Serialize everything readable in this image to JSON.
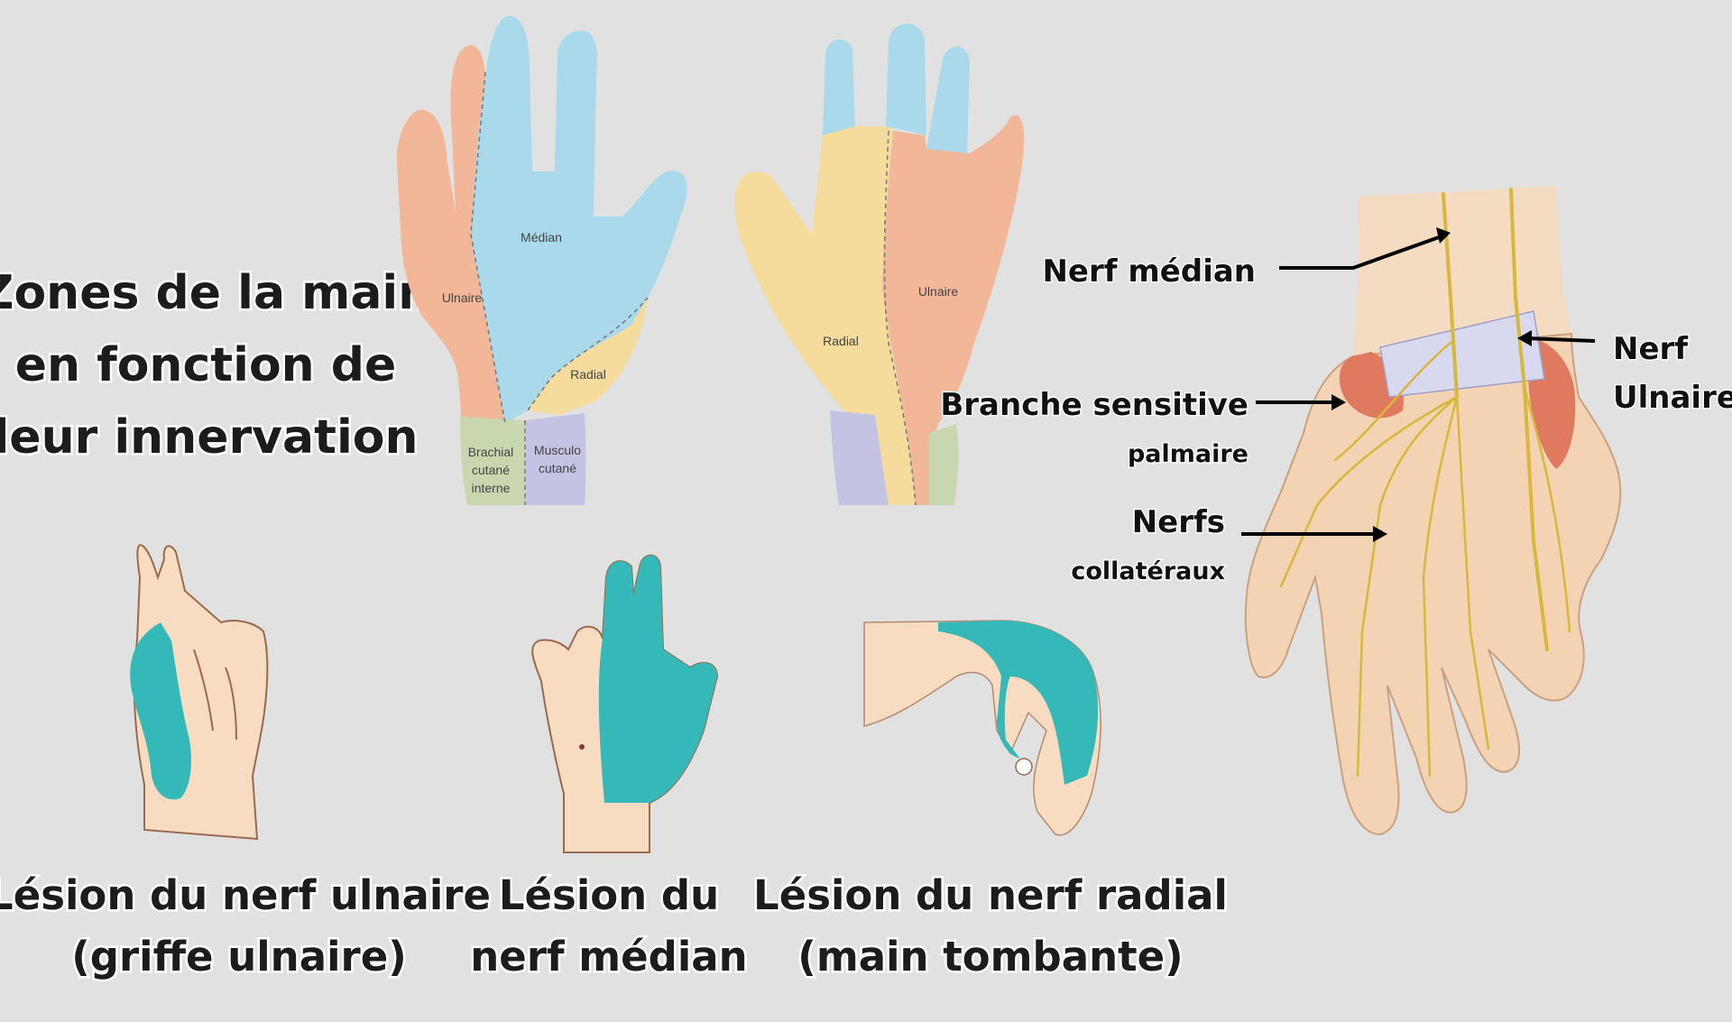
{
  "title": {
    "line1": "Zones de la main",
    "line2": "en fonction de",
    "line3": "leur innervation"
  },
  "palm_zones": {
    "ulnaire": "Ulnaire",
    "median": "Médian",
    "radial": "Radial",
    "brachial_l1": "Brachial",
    "brachial_l2": "cutané",
    "brachial_l3": "interne",
    "musculo_l1": "Musculo",
    "musculo_l2": "cutané"
  },
  "back_zones": {
    "radial": "Radial",
    "ulnaire": "Ulnaire"
  },
  "nerve_labels": {
    "median": "Nerf médian",
    "ulnaire_l1": "Nerf",
    "ulnaire_l2": "Ulnaire",
    "branche_l1": "Branche sensitive",
    "branche_l2": "palmaire",
    "collateraux_l1": "Nerfs",
    "collateraux_l2": "collatéraux"
  },
  "captions": {
    "ulnar_l1": "Lésion du nerf ulnaire",
    "ulnar_l2": "(griffe ulnaire)",
    "median_l1": "Lésion du",
    "median_l2": "nerf médian",
    "radial_l1": "Lésion du nerf radial",
    "radial_l2": "(main tombante)"
  },
  "colors": {
    "background": "#e1e1e1",
    "ulnaire_zone": "#f2b699",
    "median_zone": "#a9d9ea",
    "radial_zone": "#f5dc9c",
    "brachial_zone": "#c9d7b0",
    "musculo_zone": "#c5c3e3",
    "lesion_blue": "#35b8b8",
    "skin": "#f7dcc2",
    "nerve": "#d6b83a"
  }
}
